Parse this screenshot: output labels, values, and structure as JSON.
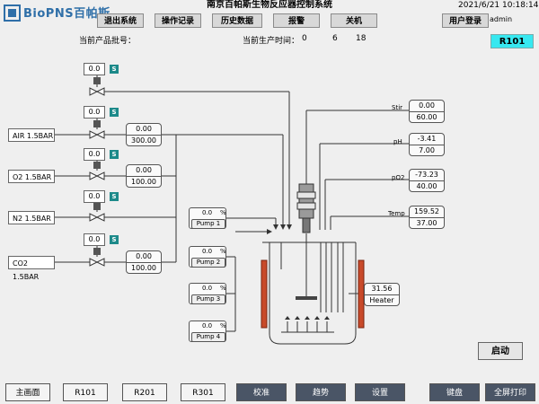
{
  "header": {
    "brand": "BioPNS百帕斯",
    "title": "南京百帕斯生物反应器控制系统",
    "datetime": "2021/6/21 10:18:14",
    "user": "admin",
    "menu": [
      "退出系统",
      "操作记录",
      "历史数据",
      "报警",
      "关机"
    ],
    "login": "用户登录"
  },
  "info": {
    "batch_label": "当前产品批号：",
    "time_label": "当前生产时间：",
    "t1": "0",
    "t2": "6",
    "t3": "18",
    "reactor": "R101"
  },
  "gas": {
    "s_values": [
      "0.0",
      "0.0",
      "0.0",
      "0.0",
      "0.0"
    ],
    "s_badge": "S",
    "lines": [
      {
        "name": "AIR  1.5BAR",
        "pv": "0.00",
        "sp": "300.00"
      },
      {
        "name": "O2  1.5BAR",
        "pv": "0.00",
        "sp": "100.00"
      },
      {
        "name": "N2  1.5BAR"
      },
      {
        "name": "CO2  1.5BAR",
        "pv": "0.00",
        "sp": "100.00"
      }
    ]
  },
  "pumps": [
    {
      "value": "0.0",
      "unit": "%",
      "name": "Pump 1"
    },
    {
      "value": "0.0",
      "unit": "%",
      "name": "Pump 2"
    },
    {
      "value": "0.0",
      "unit": "%",
      "name": "Pump 3"
    },
    {
      "value": "0.0",
      "unit": "%",
      "name": "Pump 4"
    }
  ],
  "sensors": [
    {
      "label": "Stir",
      "pv": "0.00",
      "sp": "60.00"
    },
    {
      "label": "pH",
      "pv": "-3.41",
      "sp": "7.00"
    },
    {
      "label": "pO2",
      "pv": "-73.23",
      "sp": "40.00"
    },
    {
      "label": "Temp",
      "pv": "159.52",
      "sp": "37.00"
    }
  ],
  "heater": {
    "value": "31.56",
    "name": "Heater"
  },
  "start_label": "启动",
  "footer": {
    "left": [
      "主画面",
      "R101",
      "R201",
      "R301"
    ],
    "right": [
      "校准",
      "趋势",
      "设置",
      "键盘",
      "全屏打印"
    ]
  }
}
